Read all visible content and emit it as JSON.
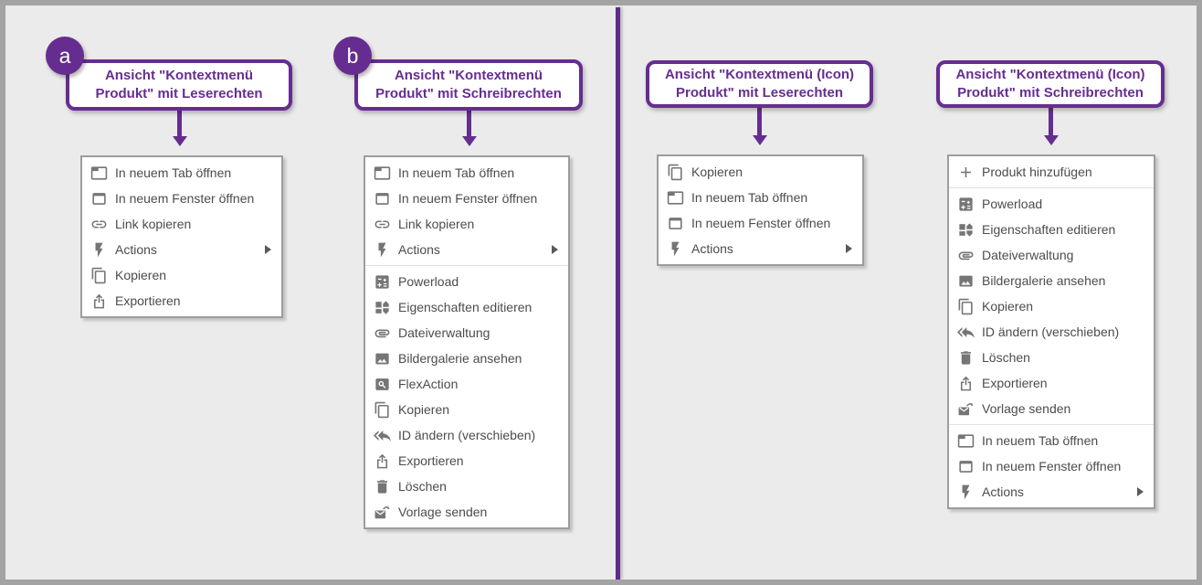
{
  "page": {
    "background_color": "#ebebeb",
    "accent_purple": "#662d91",
    "frame_border_color": "#a3a3a3",
    "menu_text_color": "#4c4c4c",
    "menu_icon_color": "#757575"
  },
  "panels": [
    {
      "badge": "a",
      "title": "Ansicht \"Kontextmenü Produkt\" mit Leserechten",
      "menu": {
        "items": [
          {
            "icon": "new-tab-icon",
            "label": "In neuem Tab öffnen"
          },
          {
            "icon": "new-window-icon",
            "label": "In neuem Fenster öffnen"
          },
          {
            "icon": "link-icon",
            "label": "Link kopieren"
          },
          {
            "icon": "bolt-icon",
            "label": "Actions",
            "submenu": true
          },
          {
            "icon": "copy-icon",
            "label": "Kopieren"
          },
          {
            "icon": "export-icon",
            "label": "Exportieren"
          }
        ]
      }
    },
    {
      "badge": "b",
      "title": "Ansicht \"Kontextmenü Produkt\" mit Schreibrechten",
      "menu": {
        "items": [
          {
            "icon": "new-tab-icon",
            "label": "In neuem Tab öffnen"
          },
          {
            "icon": "new-window-icon",
            "label": "In neuem Fenster öffnen"
          },
          {
            "icon": "link-icon",
            "label": "Link kopieren"
          },
          {
            "icon": "bolt-icon",
            "label": "Actions",
            "submenu": true
          },
          {
            "separator": true
          },
          {
            "icon": "powerload-icon",
            "label": "Powerload"
          },
          {
            "icon": "properties-icon",
            "label": "Eigenschaften editieren"
          },
          {
            "icon": "attachment-icon",
            "label": "Dateiverwaltung"
          },
          {
            "icon": "image-icon",
            "label": "Bildergalerie ansehen"
          },
          {
            "icon": "flexaction-icon",
            "label": "FlexAction"
          },
          {
            "icon": "copy-icon",
            "label": "Kopieren"
          },
          {
            "icon": "move-id-icon",
            "label": "ID ändern (verschieben)"
          },
          {
            "icon": "export-icon",
            "label": "Exportieren"
          },
          {
            "icon": "delete-icon",
            "label": "Löschen"
          },
          {
            "icon": "send-template-icon",
            "label": "Vorlage senden"
          }
        ]
      }
    },
    {
      "badge": null,
      "title": "Ansicht \"Kontextmenü (Icon) Produkt\" mit Leserechten",
      "menu": {
        "items": [
          {
            "icon": "copy-icon",
            "label": "Kopieren"
          },
          {
            "icon": "new-tab-icon",
            "label": "In neuem Tab öffnen"
          },
          {
            "icon": "new-window-icon",
            "label": "In neuem Fenster öffnen"
          },
          {
            "icon": "bolt-icon",
            "label": "Actions",
            "submenu": true
          }
        ]
      }
    },
    {
      "badge": null,
      "title": "Ansicht \"Kontextmenü (Icon) Produkt\" mit Schreibrechten",
      "menu": {
        "items": [
          {
            "icon": "plus-icon",
            "label": "Produkt hinzufügen"
          },
          {
            "separator": true
          },
          {
            "icon": "powerload-icon",
            "label": "Powerload"
          },
          {
            "icon": "properties-icon",
            "label": "Eigenschaften editieren"
          },
          {
            "icon": "attachment-icon",
            "label": "Dateiverwaltung"
          },
          {
            "icon": "image-icon",
            "label": "Bildergalerie ansehen"
          },
          {
            "icon": "copy-icon",
            "label": "Kopieren"
          },
          {
            "icon": "move-id-icon",
            "label": "ID ändern (verschieben)"
          },
          {
            "icon": "delete-icon",
            "label": "Löschen"
          },
          {
            "icon": "export-icon",
            "label": "Exportieren"
          },
          {
            "icon": "send-template-icon",
            "label": "Vorlage senden"
          },
          {
            "separator": true
          },
          {
            "icon": "new-tab-icon",
            "label": "In neuem Tab öffnen"
          },
          {
            "icon": "new-window-icon",
            "label": "In neuem Fenster öffnen"
          },
          {
            "icon": "bolt-icon",
            "label": "Actions",
            "submenu": true
          }
        ]
      }
    }
  ]
}
